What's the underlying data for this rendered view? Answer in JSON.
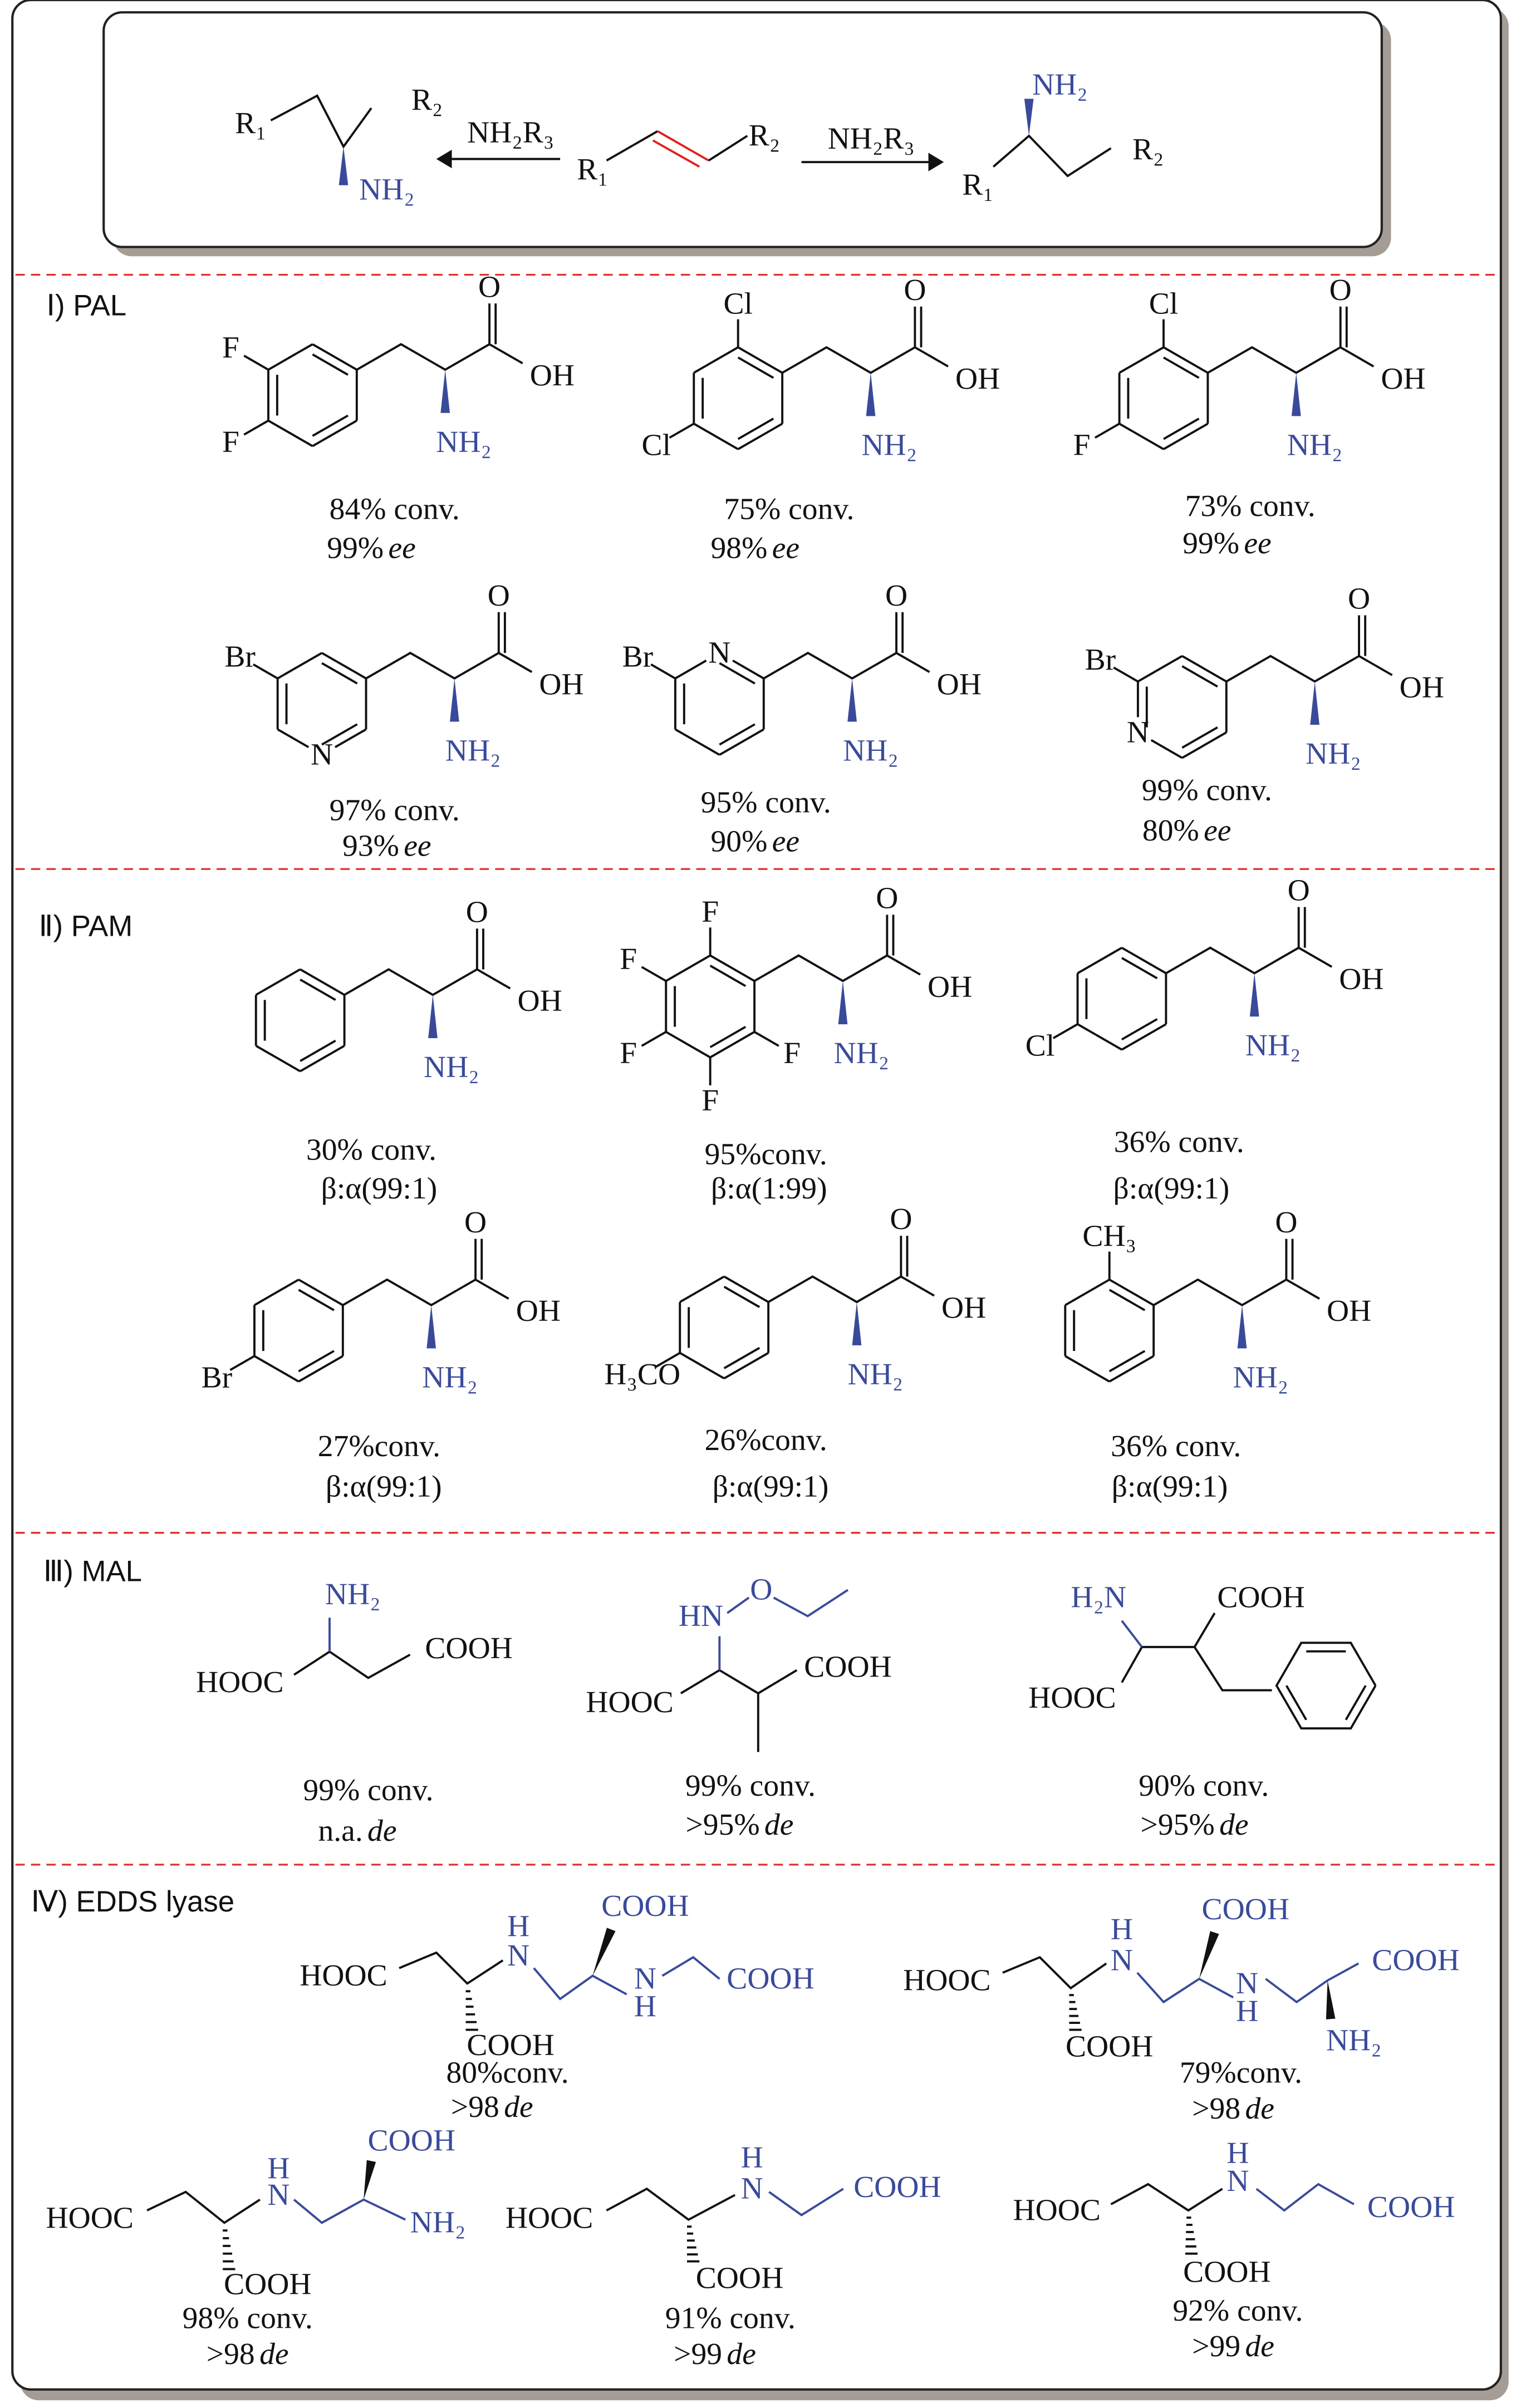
{
  "colors": {
    "amine": "#3a4a9a",
    "alkene": "#e02020",
    "divider": "#e03030",
    "shadow": "#a59d95"
  },
  "scheme": {
    "r1": "R₁",
    "r2": "R₂",
    "amine": "NH₂",
    "reagent": "NH₂R₃"
  },
  "labels": {
    "nh2": "NH₂",
    "o": "O",
    "oh": "OH"
  },
  "sections": [
    {
      "title": "Ⅰ) PAL",
      "compounds": [
        {
          "subs": [
            "F",
            "F"
          ],
          "conv": "84% conv.",
          "sel": "99%",
          "unit": "ee"
        },
        {
          "subs": [
            "Cl",
            "Cl"
          ],
          "conv": "75% conv.",
          "sel": "98%",
          "unit": "ee"
        },
        {
          "subs": [
            "Cl",
            "F"
          ],
          "conv": "73% conv.",
          "sel": "99%",
          "unit": "ee"
        },
        {
          "subs": [
            "Br",
            "N"
          ],
          "conv": "97% conv.",
          "sel": "93%",
          "unit": "ee"
        },
        {
          "subs": [
            "Br",
            "N"
          ],
          "conv": "95% conv.",
          "sel": "90%",
          "unit": "ee"
        },
        {
          "subs": [
            "Br",
            "N"
          ],
          "conv": "99% conv.",
          "sel": "80%",
          "unit": "ee"
        }
      ]
    },
    {
      "title": "Ⅱ) PAM",
      "compounds": [
        {
          "subs": [],
          "conv": "30%  conv.",
          "sel": "β:α(99:1)",
          "unit": ""
        },
        {
          "subs": [
            "F",
            "F",
            "F",
            "F",
            "F"
          ],
          "conv": "95%conv.",
          "sel": "β:α(1:99)",
          "unit": ""
        },
        {
          "subs": [
            "Cl"
          ],
          "conv": "36% conv.",
          "sel": "β:α(99:1)",
          "unit": ""
        },
        {
          "subs": [
            "Br"
          ],
          "conv": "27%conv.",
          "sel": "β:α(99:1)",
          "unit": ""
        },
        {
          "subs": [
            "H₃CO"
          ],
          "conv": "26%conv.",
          "sel": "β:α(99:1)",
          "unit": ""
        },
        {
          "subs": [
            "CH₃"
          ],
          "conv": "36% conv.",
          "sel": "β:α(99:1)",
          "unit": ""
        }
      ]
    },
    {
      "title": "Ⅲ) MAL",
      "compounds": [
        {
          "atoms": [
            "NH₂",
            "HOOC",
            "COOH"
          ],
          "conv": "99% conv.",
          "sel": "n.a.",
          "unit": "de"
        },
        {
          "atoms": [
            "HN",
            "O",
            "HOOC",
            "COOH"
          ],
          "conv": "99% conv.",
          "sel": ">95%",
          "unit": "de"
        },
        {
          "atoms": [
            "H₂N",
            "COOH",
            "HOOC"
          ],
          "conv": "90% conv.",
          "sel": ">95%",
          "unit": "de"
        }
      ]
    },
    {
      "title": "Ⅳ) EDDS lyase",
      "compounds": [
        {
          "atoms": [
            "HOOC",
            "H",
            "N",
            "COOH",
            "N",
            "H",
            "COOH",
            "COOH"
          ],
          "conv": "80%conv.",
          "sel": ">98",
          "unit": "de"
        },
        {
          "atoms": [
            "HOOC",
            "H",
            "N",
            "COOH",
            "N",
            "H",
            "COOH",
            "NH₂",
            "COOH"
          ],
          "conv": "79%conv.",
          "sel": ">98",
          "unit": "de"
        },
        {
          "atoms": [
            "HOOC",
            "H",
            "N",
            "COOH",
            "NH₂",
            "COOH"
          ],
          "conv": "98% conv.",
          "sel": ">98",
          "unit": "de"
        },
        {
          "atoms": [
            "HOOC",
            "H",
            "N",
            "COOH",
            "COOH"
          ],
          "conv": "91% conv.",
          "sel": ">99",
          "unit": "de"
        },
        {
          "atoms": [
            "HOOC",
            "H",
            "N",
            "COOH",
            "COOH"
          ],
          "conv": "92% conv.",
          "sel": ">99",
          "unit": "de"
        }
      ]
    }
  ]
}
